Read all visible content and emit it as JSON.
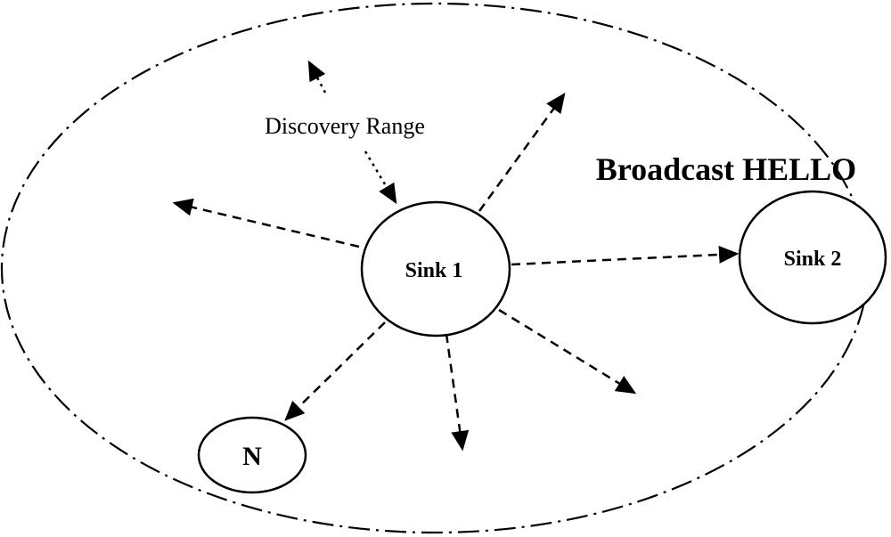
{
  "diagram": {
    "discovery_range_label": "Discovery Range",
    "broadcast_label": "Broadcast HELLO",
    "nodes": {
      "sink1": "Sink 1",
      "sink2": "Sink 2",
      "n": "N"
    }
  }
}
